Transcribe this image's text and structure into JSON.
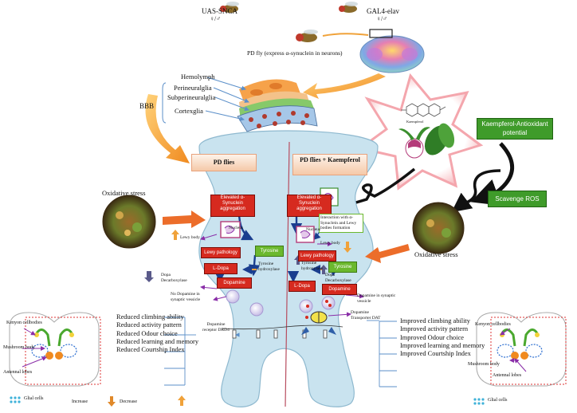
{
  "top": {
    "uas": "UAS-SNCA",
    "uas_sex": "♀/♂",
    "gal4": "GAL4-elav",
    "gal4_sex": "♀/♂",
    "pd_fly": "PD fly (express α-synuclein in neurons)"
  },
  "bbb": {
    "label": "BBB",
    "layers": [
      "Hemolymph",
      "Perineuralglia",
      "Subperineuralglia",
      "Cortexglia"
    ]
  },
  "compound": {
    "label": "Kaempferol",
    "antioxidant": "Kaempferol-Antioxidant potential",
    "scavenge": "Scavenge ROS"
  },
  "left_panel": {
    "title": "PD flies",
    "oxidative": "Oxidative stress",
    "elevated": "Elevated α-Synuclein aggregation",
    "nucleus": "Nucleus",
    "lewy_body": "Lewy body",
    "lewy_pathology": "Lewy pathology",
    "tyrosine": "Tyrosine",
    "ldopa": "L-Dopa",
    "tyr_hydroxylase": "Tyrosine hydroxylase",
    "dopa_decarb": "Dopa Decarboxylase",
    "dopamine": "Dopamine",
    "no_dopamine": "No Dopamine in synaptic vessicle",
    "receptor": "Dopamine receptor DRD4",
    "effects": [
      "Reduced climbing ability",
      "Reduced activity pattern",
      "Reduced Odour choice",
      "Reduced learning and memory",
      "Reduced Courtship Index"
    ]
  },
  "right_panel": {
    "title": "PD flies + Kaempferol",
    "oxidative": "Oxidative stress",
    "elevated": "Elevated α-Synuclein aggregation",
    "interaction": "Interaction with α-Synuclein and Lewy bodies formation",
    "nucleus": "Nucleus",
    "lewy_body": "Lewy body",
    "lewy_pathology": "Lewy pathology",
    "tyrosine": "Tyrosine",
    "tyr_hydroxylase": "Tyrosine hydroxylase",
    "ldopa": "L-Dopa",
    "dopa_decarb": "Dopa Decarboxylase",
    "dopamine": "Dopamine",
    "dopamine_syn": "Dopamine in synaptic vessicle",
    "transporter": "Dopamine Transporter DAT",
    "effects": [
      "Improved climbing ability",
      "Improved activity pattern",
      "Improved Odour choice",
      "Improved learning and memory",
      "Improved Courtship Index"
    ]
  },
  "brain_left": {
    "kenyon": "Kenyon cellbodies",
    "mushroom": "Mushroom body",
    "antennal": "Antennal lobes",
    "glial": "Glial cells"
  },
  "brain_right": {
    "kenyon": "Kenyon cellbodies",
    "mushroom": "Mushroom body",
    "antennal": "Antennal lobes",
    "glial": "Glial cells"
  },
  "legend": {
    "increase": "Increase",
    "decrease": "Decrease"
  },
  "colors": {
    "neuron_fill": "#c9e3ef",
    "red_box": "#d62a1f",
    "green_box": "#6bb82e",
    "orange_arrow": "#f0a23a",
    "purple_arrow": "#8a2ea8",
    "blue_line": "#5b8fc9"
  }
}
